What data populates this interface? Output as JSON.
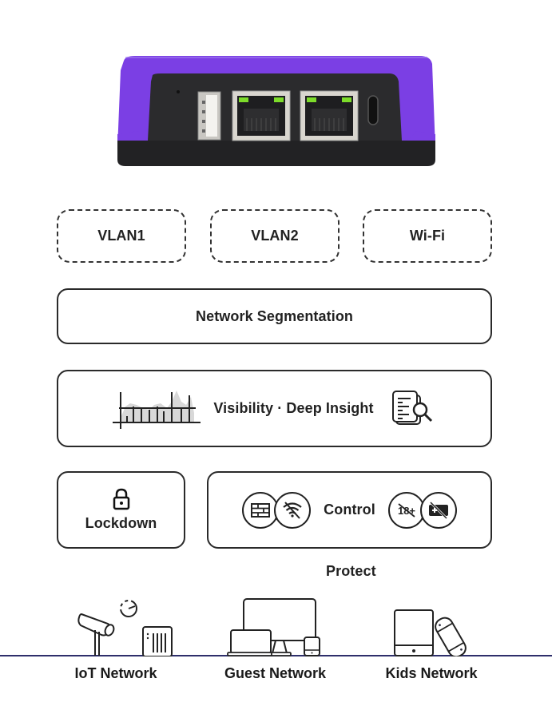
{
  "device": {
    "name": "router-device",
    "body_color": "#7b3fe4",
    "face_color": "#2b2b2d",
    "led_color": "#7ddc2a",
    "ports": [
      "usb-a-port",
      "ethernet-port-1",
      "ethernet-port-2",
      "usb-c-port"
    ]
  },
  "segments": [
    {
      "label": "VLAN1"
    },
    {
      "label": "VLAN2"
    },
    {
      "label": "Wi-Fi"
    }
  ],
  "network_segmentation": {
    "label": "Network Segmentation"
  },
  "visibility": {
    "label": "Visibility · Deep Insight",
    "left_icon": "traffic-chart-icon",
    "right_icon": "document-search-icon"
  },
  "lockdown": {
    "label": "Lockdown",
    "icon": "lock-icon"
  },
  "control": {
    "label": "Control",
    "left_icons": [
      "firewall-icon",
      "wifi-off-icon"
    ],
    "right_icons": [
      "adult-content-block-icon",
      "ad-block-icon"
    ]
  },
  "protect": {
    "label": "Protect"
  },
  "networks": [
    {
      "label": "IoT Network",
      "icons": [
        "camera-icon",
        "gauge-icon",
        "smart-device-icon"
      ]
    },
    {
      "label": "Guest Network",
      "icons": [
        "monitor-icon",
        "laptop-icon",
        "phone-icon"
      ]
    },
    {
      "label": "Kids Network",
      "icons": [
        "tablet-icon",
        "game-console-icon"
      ]
    }
  ],
  "colors": {
    "ground_line": "#2e2f6b",
    "outline": "#2a2a2a"
  }
}
